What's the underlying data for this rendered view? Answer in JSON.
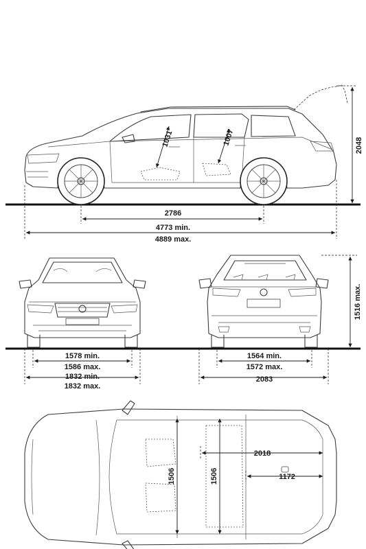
{
  "side_view": {
    "wheelbase": "2786",
    "length_min": "4773 min.",
    "length_max": "4889 max.",
    "height_tailgate_open": "2048",
    "headroom_front": "1031",
    "headroom_rear": "1007"
  },
  "front_view": {
    "track_front_min": "1578 min.",
    "track_front_max": "1586 max.",
    "width_min": "1832 min.",
    "width_max": "1832 max."
  },
  "rear_view": {
    "height_max": "1516 max.",
    "track_rear_min": "1564 min.",
    "track_rear_max": "1572 max.",
    "width_with_mirrors": "2083"
  },
  "top_view": {
    "elbow_width_front": "1506",
    "elbow_width_rear": "1506",
    "cargo_length": "2018",
    "cargo_width": "1172"
  }
}
